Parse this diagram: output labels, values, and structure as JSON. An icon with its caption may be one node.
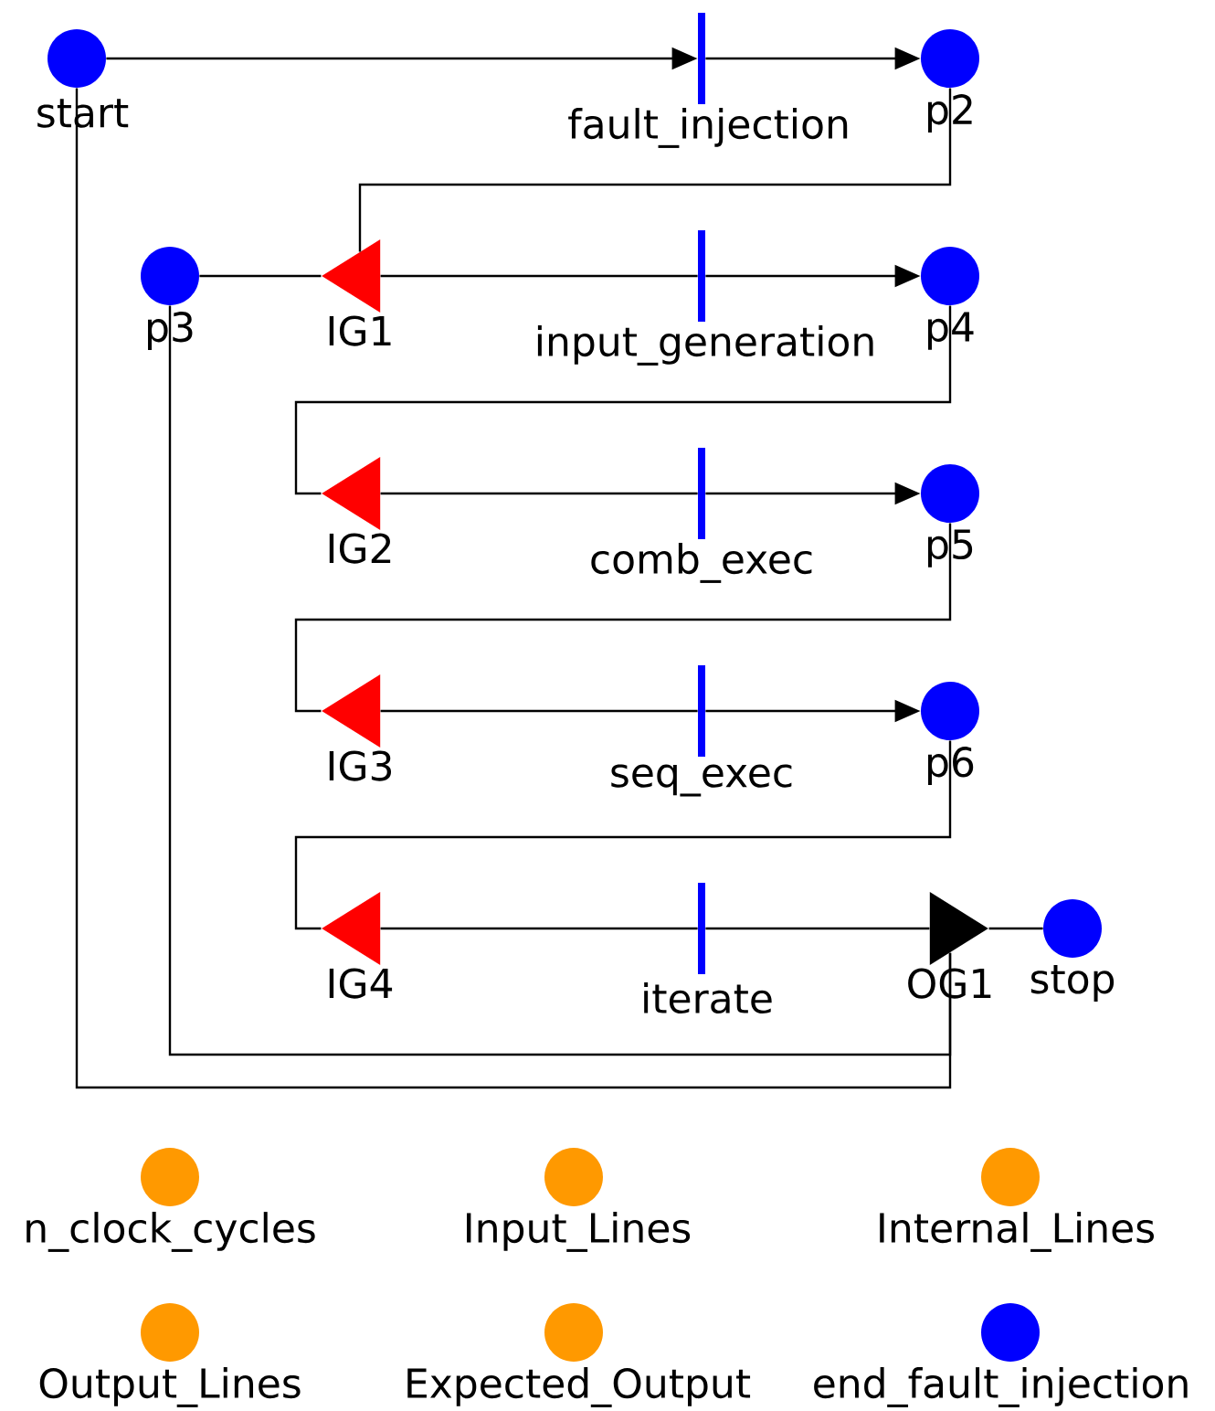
{
  "diagram": {
    "nodes": [
      {
        "text": [
          "start"
        ]
      },
      {
        "text": [
          "fault_injection"
        ]
      },
      {
        "text": [
          "p2"
        ]
      },
      {
        "text": [
          "p3"
        ]
      },
      {
        "text": [
          "IG1"
        ]
      },
      {
        "text": [
          "input_generation"
        ]
      },
      {
        "text": [
          "p4"
        ]
      },
      {
        "text": [
          "IG2"
        ]
      },
      {
        "text": [
          "comb_exec"
        ]
      },
      {
        "text": [
          "p5"
        ]
      },
      {
        "text": [
          "IG3"
        ]
      },
      {
        "text": [
          "seq_exec"
        ]
      },
      {
        "text": [
          "p6"
        ]
      },
      {
        "text": [
          "IG4"
        ]
      },
      {
        "text": [
          "iterate"
        ]
      },
      {
        "text": [
          "OG1"
        ]
      },
      {
        "text": [
          "stop"
        ]
      },
      {
        "text": [
          "n_clock_cycles"
        ]
      },
      {
        "text": [
          "Input_Lines"
        ]
      },
      {
        "text": [
          "Internal_Lines"
        ]
      },
      {
        "text": [
          "Output_Lines"
        ]
      },
      {
        "text": [
          "Expected_Output"
        ]
      },
      {
        "text": [
          "end_fault_injection"
        ]
      }
    ],
    "edges": [
      {
        "from": 0,
        "to": 1,
        "arrow": "to"
      },
      {
        "from": 1,
        "to": 2,
        "arrow": "to"
      },
      {
        "from": 2,
        "to": 4,
        "arrow": "none"
      },
      {
        "from": 3,
        "to": 4,
        "arrow": "none"
      },
      {
        "from": 4,
        "to": 5,
        "arrow": "none"
      },
      {
        "from": 5,
        "to": 6,
        "arrow": "to"
      },
      {
        "from": 6,
        "to": 7,
        "arrow": "none"
      },
      {
        "from": 7,
        "to": 8,
        "arrow": "none"
      },
      {
        "from": 8,
        "to": 9,
        "arrow": "to"
      },
      {
        "from": 9,
        "to": 10,
        "arrow": "none"
      },
      {
        "from": 10,
        "to": 11,
        "arrow": "none"
      },
      {
        "from": 11,
        "to": 12,
        "arrow": "to"
      },
      {
        "from": 12,
        "to": 13,
        "arrow": "none"
      },
      {
        "from": 13,
        "to": 14,
        "arrow": "none"
      },
      {
        "from": 14,
        "to": 15,
        "arrow": "none"
      },
      {
        "from": 15,
        "to": 16,
        "arrow": "none"
      },
      {
        "from": 15,
        "to": 3,
        "arrow": "none"
      },
      {
        "from": 15,
        "to": 0,
        "arrow": "none"
      }
    ]
  }
}
